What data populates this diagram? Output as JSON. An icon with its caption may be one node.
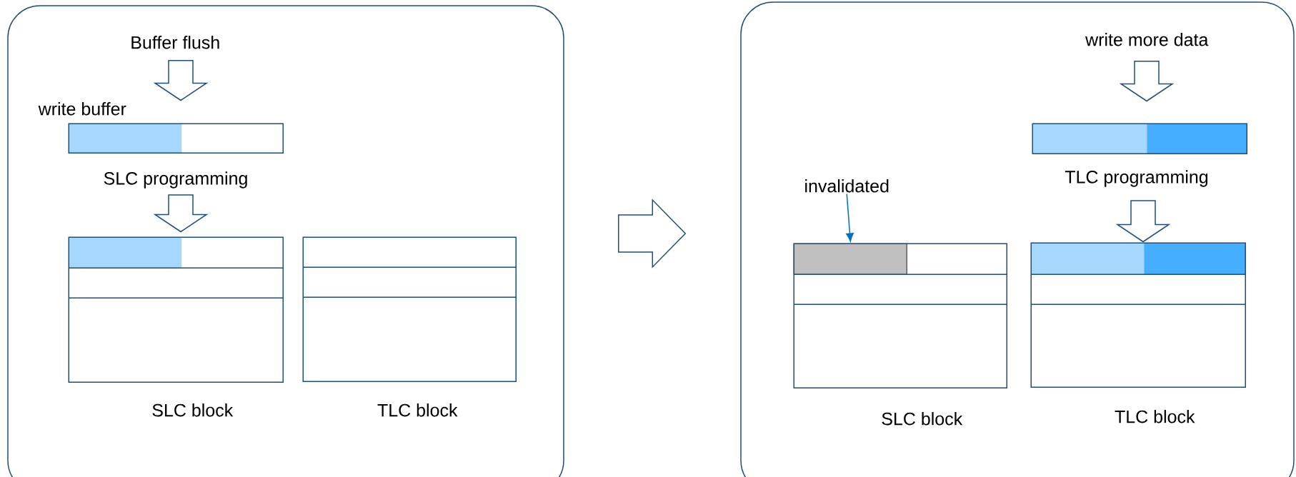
{
  "diagram": {
    "nodes": [
      {
        "text": [],
        "shape": "box"
      },
      {
        "text": [
          "Buffer flush"
        ],
        "in": 0
      },
      {
        "text": [
          "write buffer"
        ],
        "in": 0
      },
      {
        "text": [
          "SLC block"
        ],
        "in": 0
      },
      {
        "text": [
          "TLC block"
        ],
        "in": 0
      },
      {
        "text": [],
        "shape": "box"
      },
      {
        "text": [
          "write more data"
        ],
        "in": 5
      },
      {
        "text": [],
        "shape": "bar",
        "in": 5
      },
      {
        "text": [
          "SLC block"
        ],
        "in": 5
      },
      {
        "text": [
          "TLC block"
        ],
        "in": 5
      },
      {
        "text": [
          "invalidated"
        ],
        "in": 5
      }
    ],
    "edges": [
      {
        "from": 1,
        "to": 2,
        "arrow": "to"
      },
      {
        "from": 2,
        "to": 3,
        "arrow": "to",
        "label": "SLC programming"
      },
      {
        "from": 0,
        "to": 5,
        "arrow": "to"
      },
      {
        "from": 6,
        "to": 7,
        "arrow": "to"
      },
      {
        "from": 7,
        "to": 9,
        "arrow": "to",
        "label": "TLC programming"
      },
      {
        "from": 10,
        "to": 8,
        "arrow": "to",
        "color": "#0070c0"
      }
    ]
  }
}
